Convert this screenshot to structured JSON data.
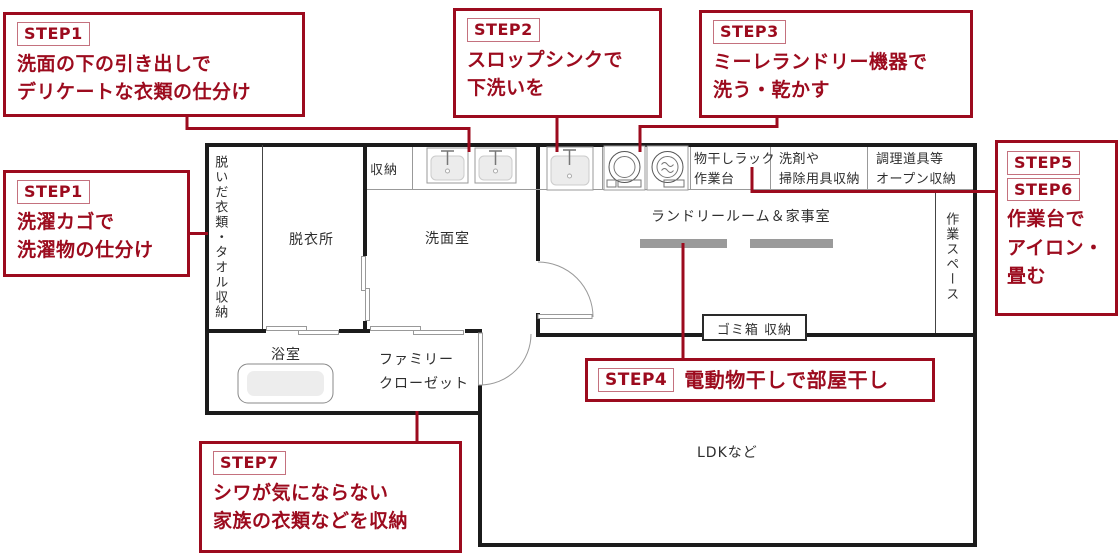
{
  "colors": {
    "accent_red": "#9c0b1e",
    "wall_black": "#1b1b1b",
    "fixture_gray": "#999999",
    "pole_gray": "#9a9a9a",
    "basin_fill": "#ececec"
  },
  "callouts": [
    {
      "id": "step1-top",
      "badges": [
        "STEP1"
      ],
      "lines": [
        "洗面の下の引き出しで",
        "デリケートな衣類の仕分け"
      ]
    },
    {
      "id": "step2",
      "badges": [
        "STEP2"
      ],
      "lines": [
        "スロップシンクで",
        "下洗いを"
      ]
    },
    {
      "id": "step3",
      "badges": [
        "STEP3"
      ],
      "lines": [
        "ミーレランドリー機器で",
        "洗う・乾かす"
      ]
    },
    {
      "id": "step5-6",
      "badges": [
        "STEP5",
        "STEP6"
      ],
      "lines": [
        "作業台で",
        "アイロン・",
        "畳む"
      ]
    },
    {
      "id": "step1-left",
      "badges": [
        "STEP1"
      ],
      "lines": [
        "洗濯カゴで",
        "洗濯物の仕分け"
      ]
    },
    {
      "id": "step4",
      "badges": [
        "STEP4"
      ],
      "lines": [
        "電動物干しで部屋干し"
      ]
    },
    {
      "id": "step7",
      "badges": [
        "STEP7"
      ],
      "lines": [
        "シワが気にならない",
        "家族の衣類などを収納"
      ]
    }
  ],
  "plan": {
    "undressed_storage": "脱いだ衣類・タオル収納",
    "dressing_room": "脱衣所",
    "storage": "収納",
    "washroom": "洗面室",
    "rack_line1": "物干しラック",
    "rack_line2": "作業台",
    "detergent_line1": "洗剤や",
    "detergent_line2": "掃除用具収納",
    "cooking_line1": "調理道具等",
    "cooking_line2": "オープン収納",
    "laundry_room": "ランドリールーム＆家事室",
    "work_space": "作業スペース",
    "trash_storage": "ゴミ箱 収納",
    "bathroom": "浴室",
    "family_closet_line1": "ファミリー",
    "family_closet_line2": "クローゼット",
    "ldk": "LDKなど"
  }
}
